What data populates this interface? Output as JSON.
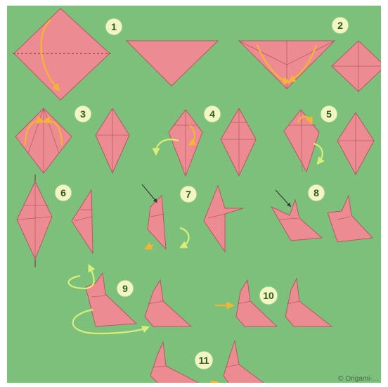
{
  "steps": [
    "1",
    "2",
    "3",
    "4",
    "5",
    "6",
    "7",
    "8",
    "9",
    "10",
    "11"
  ],
  "credit": "© Origami-...",
  "colors": {
    "background": "#7cc07c",
    "paper": "#ec8c92",
    "badge": "#f3f6c4",
    "arrow": "#f3b533"
  }
}
